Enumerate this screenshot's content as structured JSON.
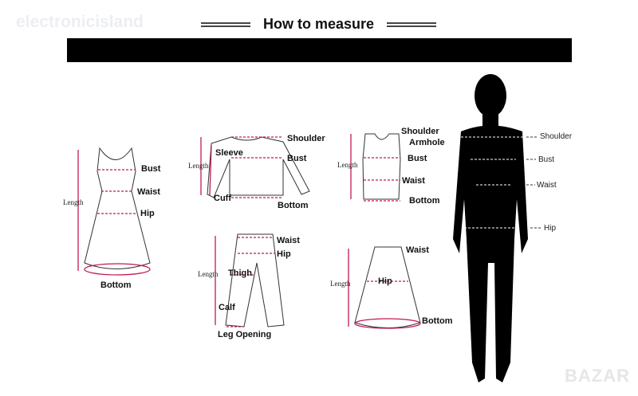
{
  "watermark": "electronicisland",
  "title": "How to measure",
  "corner_watermark": "BAZAR",
  "accent_color": "#c2185b",
  "dress": {
    "length": "Length",
    "bust": "Bust",
    "waist": "Waist",
    "hip": "Hip",
    "bottom": "Bottom"
  },
  "top": {
    "length": "Length",
    "shoulder": "Shoulder",
    "sleeve": "Sleeve",
    "bust": "Bust",
    "cuff": "Cuff",
    "bottom": "Bottom"
  },
  "vest": {
    "length": "Length",
    "shoulder": "Shoulder",
    "armhole": "Armhole",
    "bust": "Bust",
    "waist": "Waist",
    "bottom": "Bottom"
  },
  "pants": {
    "length": "Length",
    "waist": "Waist",
    "hip": "Hip",
    "thigh": "Thigh",
    "calf": "Calf",
    "leg_opening": "Leg Opening"
  },
  "skirt": {
    "length": "Length",
    "waist": "Waist",
    "hip": "Hip",
    "bottom": "Bottom"
  },
  "body": {
    "shoulder": "Shoulder",
    "bust": "Bust",
    "waist": "Waist",
    "hip": "Hip"
  }
}
